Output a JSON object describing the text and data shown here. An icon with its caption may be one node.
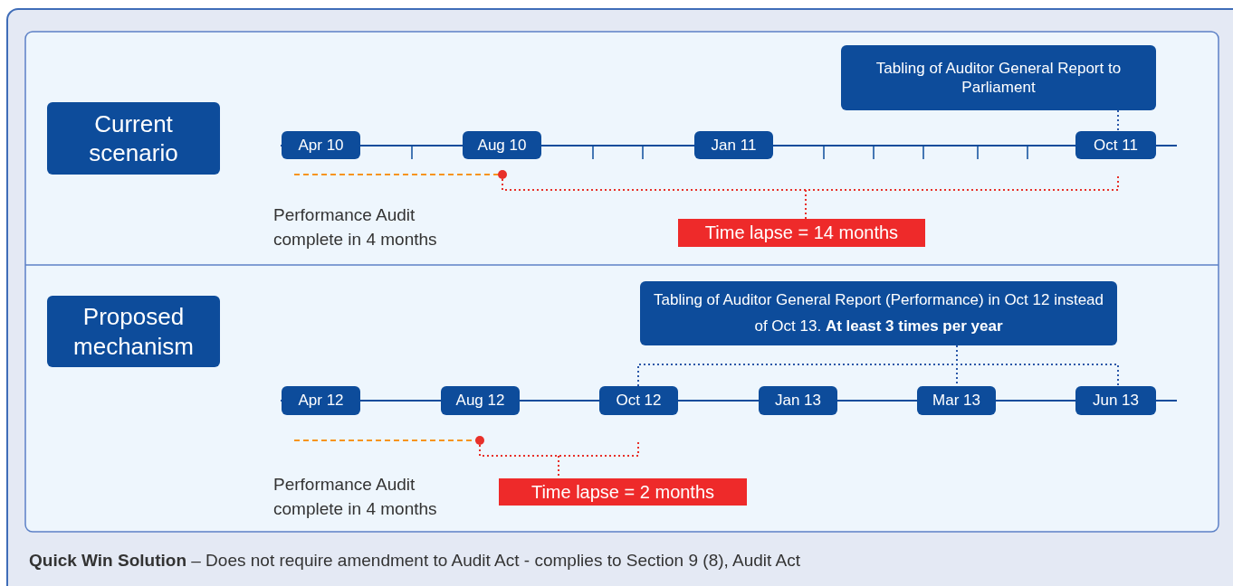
{
  "diagram": {
    "nodes": [
      {
        "text": [
          "Current scenario"
        ]
      },
      {
        "text": [
          "Tabling of Auditor General Report to Parliament"
        ]
      },
      {
        "text": [
          "Apr 10"
        ]
      },
      {
        "text": [
          "Aug 10"
        ]
      },
      {
        "text": [
          "Jan 11"
        ]
      },
      {
        "text": [
          "Oct 11"
        ]
      },
      {
        "text": [
          "Time lapse = 14 months"
        ]
      },
      {
        "text": [
          "Proposed mechanism"
        ]
      },
      {
        "text": [
          "Tabling of Auditor General Report (Performance) in Oct 12 instead of Oct 13. **At least 3 times per year**"
        ]
      },
      {
        "text": [
          "Apr 12"
        ]
      },
      {
        "text": [
          "Aug 12"
        ]
      },
      {
        "text": [
          "Oct 12"
        ]
      },
      {
        "text": [
          "Jan 13"
        ]
      },
      {
        "text": [
          "Mar 13"
        ]
      },
      {
        "text": [
          "Jun 13"
        ]
      },
      {
        "text": [
          "Time lapse = 2 months"
        ]
      }
    ],
    "edges": [
      {
        "from": 1,
        "to": 5,
        "arrow": "none",
        "style": "dashed"
      },
      {
        "from": 8,
        "to": 11,
        "arrow": "none",
        "style": "dashed"
      },
      {
        "from": 8,
        "to": 13,
        "arrow": "none",
        "style": "dashed"
      },
      {
        "from": 8,
        "to": 14,
        "arrow": "none",
        "style": "dashed"
      }
    ],
    "labels": [
      "Performance Audit complete in 4 months",
      "Performance Audit complete in 4 months",
      "**Quick Win Solution** – Does not require amendment to Audit Act - complies to Section 9 (8), Audit Act"
    ]
  }
}
